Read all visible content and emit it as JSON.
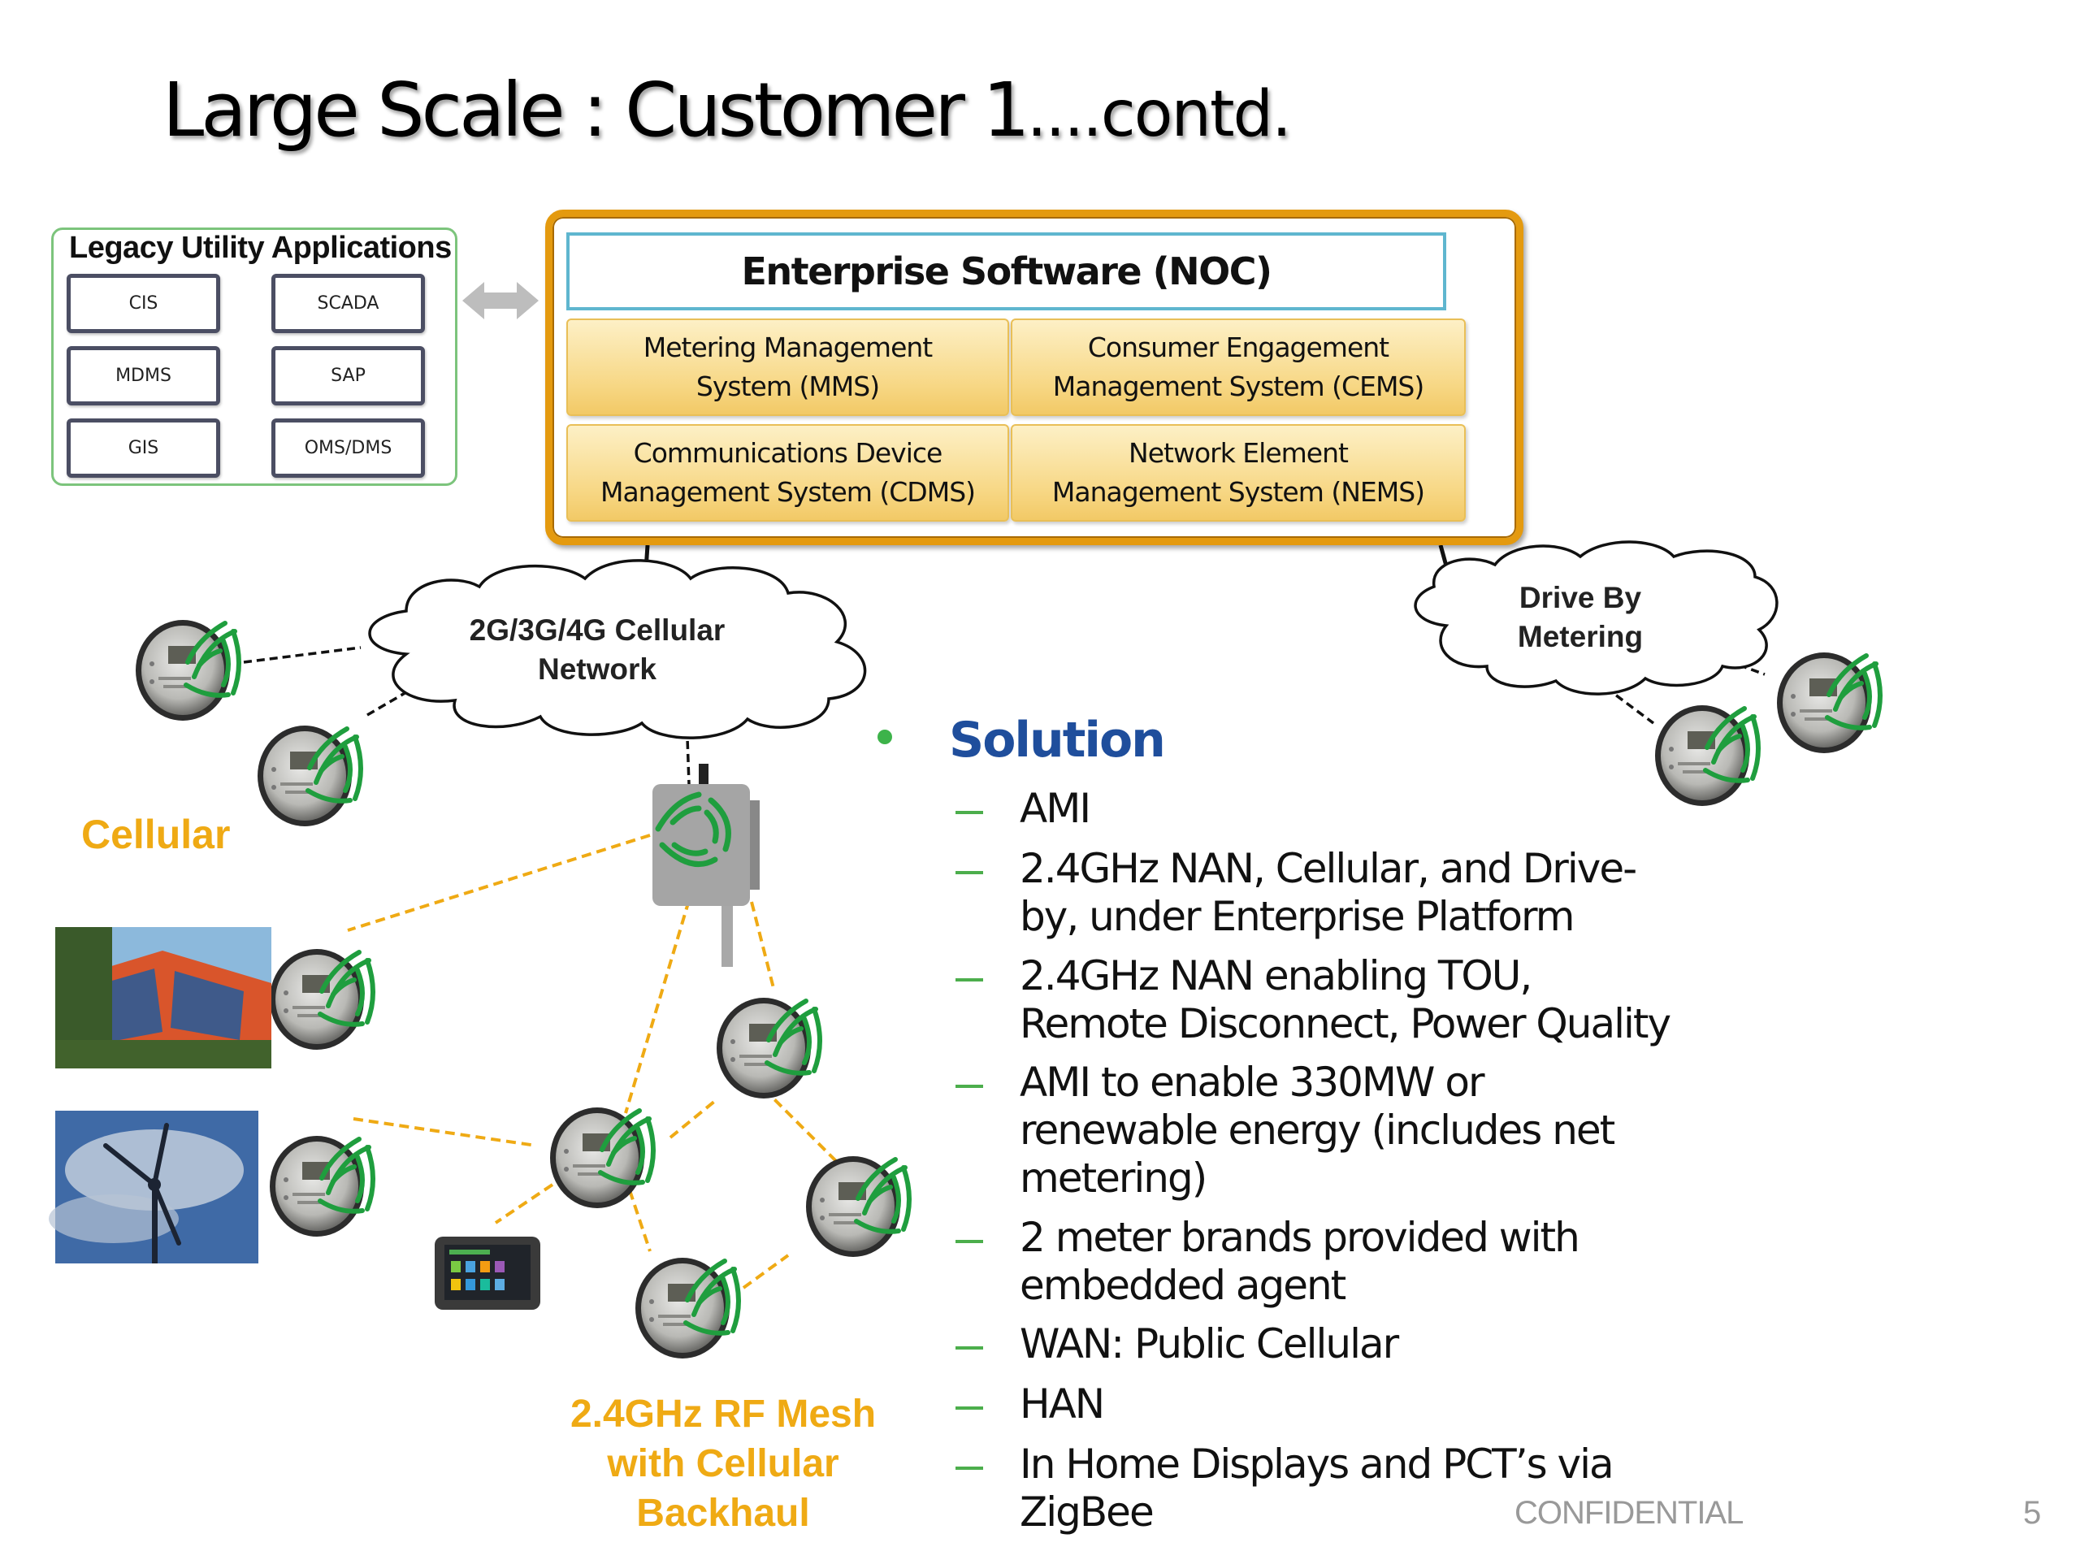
{
  "slide": {
    "title_main": "Large Scale : Customer 1",
    "title_suffix": "....contd.",
    "footer": "CONFIDENTIAL",
    "page_number": "5"
  },
  "legacy": {
    "title": "Legacy Utility Applications",
    "apps": [
      "CIS",
      "SCADA",
      "MDMS",
      "SAP",
      "GIS",
      "OMS/DMS"
    ]
  },
  "enterprise": {
    "header": "Enterprise Software (NOC)",
    "modules": [
      {
        "line1": "Metering Management",
        "line2": "System (MMS)"
      },
      {
        "line1": "Consumer Engagement",
        "line2": "Management System (CEMS)"
      },
      {
        "line1": "Communications Device",
        "line2": "Management System (CDMS)"
      },
      {
        "line1": "Network Element",
        "line2": "Management System (NEMS)"
      }
    ]
  },
  "network": {
    "cellular_cloud": {
      "line1": "2G/3G/4G Cellular",
      "line2": "Network"
    },
    "driveby_cloud": {
      "line1": "Drive By",
      "line2": "Metering"
    },
    "cellular_label": "Cellular",
    "mesh_label": {
      "line1": "2.4GHz RF Mesh",
      "line2": "with Cellular",
      "line3": "Backhaul"
    }
  },
  "solution": {
    "heading": "Solution",
    "items": [
      [
        "AMI"
      ],
      [
        "2.4GHz NAN, Cellular, and Drive-",
        "by, under Enterprise Platform"
      ],
      [
        "2.4GHz NAN enabling  TOU,",
        "Remote Disconnect, Power Quality"
      ],
      [
        "AMI to enable 330MW or",
        "renewable energy (includes net",
        "metering)"
      ],
      [
        "2 meter brands provided with",
        "embedded agent"
      ],
      [
        "WAN: Public Cellular"
      ],
      [
        "HAN"
      ],
      [
        "In Home Displays  and PCT’s via",
        "ZigBee"
      ]
    ]
  },
  "colors": {
    "accent_orange": "#efaa14",
    "frame_orange": "#e49a0f",
    "solution_blue": "#1f4e9c",
    "bullet_green": "#3db34a",
    "signal_green": "#1f9e3e"
  }
}
